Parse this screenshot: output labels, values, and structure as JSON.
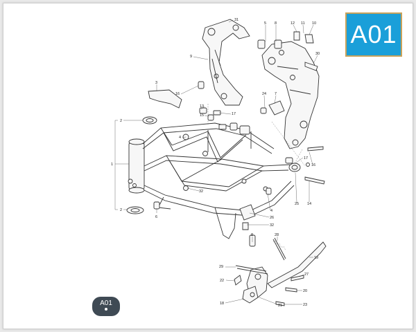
{
  "badge": {
    "label": "A01",
    "color": "#1a9fd9",
    "border": "#c9a25a"
  },
  "stamp": {
    "label": "A01"
  },
  "callouts": [
    {
      "id": "c31",
      "text": "31"
    },
    {
      "id": "c5",
      "text": "5"
    },
    {
      "id": "c8",
      "text": "8"
    },
    {
      "id": "c12",
      "text": "12"
    },
    {
      "id": "c11",
      "text": "11"
    },
    {
      "id": "c10",
      "text": "10"
    },
    {
      "id": "c9",
      "text": "9"
    },
    {
      "id": "c30",
      "text": "30"
    },
    {
      "id": "c3",
      "text": "3"
    },
    {
      "id": "c16a",
      "text": "16"
    },
    {
      "id": "c24",
      "text": "24"
    },
    {
      "id": "c7",
      "text": "7"
    },
    {
      "id": "c13",
      "text": "13"
    },
    {
      "id": "c15",
      "text": "15"
    },
    {
      "id": "c17a",
      "text": "17"
    },
    {
      "id": "c2a",
      "text": "2"
    },
    {
      "id": "c4a",
      "text": "4"
    },
    {
      "id": "c1",
      "text": "1"
    },
    {
      "id": "c17b",
      "text": "17"
    },
    {
      "id": "c16b",
      "text": "16"
    },
    {
      "id": "c32a",
      "text": "32"
    },
    {
      "id": "c25",
      "text": "25"
    },
    {
      "id": "c14",
      "text": "14"
    },
    {
      "id": "c2b",
      "text": "2"
    },
    {
      "id": "c6",
      "text": "6"
    },
    {
      "id": "c4b",
      "text": "4"
    },
    {
      "id": "c26",
      "text": "26"
    },
    {
      "id": "c32b",
      "text": "32"
    },
    {
      "id": "c8b",
      "text": "8"
    },
    {
      "id": "c28",
      "text": "28"
    },
    {
      "id": "c19",
      "text": "19"
    },
    {
      "id": "c29",
      "text": "29"
    },
    {
      "id": "c27",
      "text": "27"
    },
    {
      "id": "c22",
      "text": "22"
    },
    {
      "id": "c20",
      "text": "20"
    },
    {
      "id": "c18",
      "text": "18"
    },
    {
      "id": "c21",
      "text": "21"
    },
    {
      "id": "c23",
      "text": "23"
    }
  ]
}
